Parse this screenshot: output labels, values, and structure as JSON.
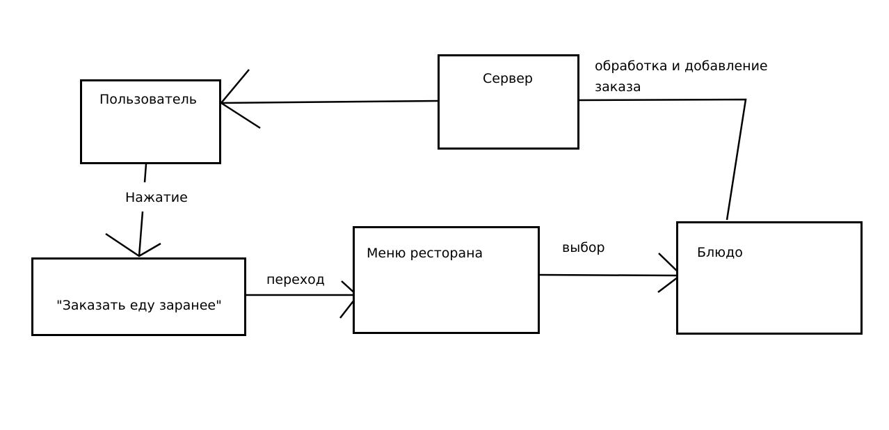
{
  "nodes": {
    "user": "Пользователь",
    "server": "Сервер",
    "order_button": "\"Заказать еду заранее\"",
    "menu": "Меню ресторана",
    "dish": "Блюдо"
  },
  "edges": {
    "press": "Нажатие",
    "transition": "переход",
    "choice": "выбор",
    "processing_line1": "обработка и добавление",
    "processing_line2": "заказа"
  }
}
